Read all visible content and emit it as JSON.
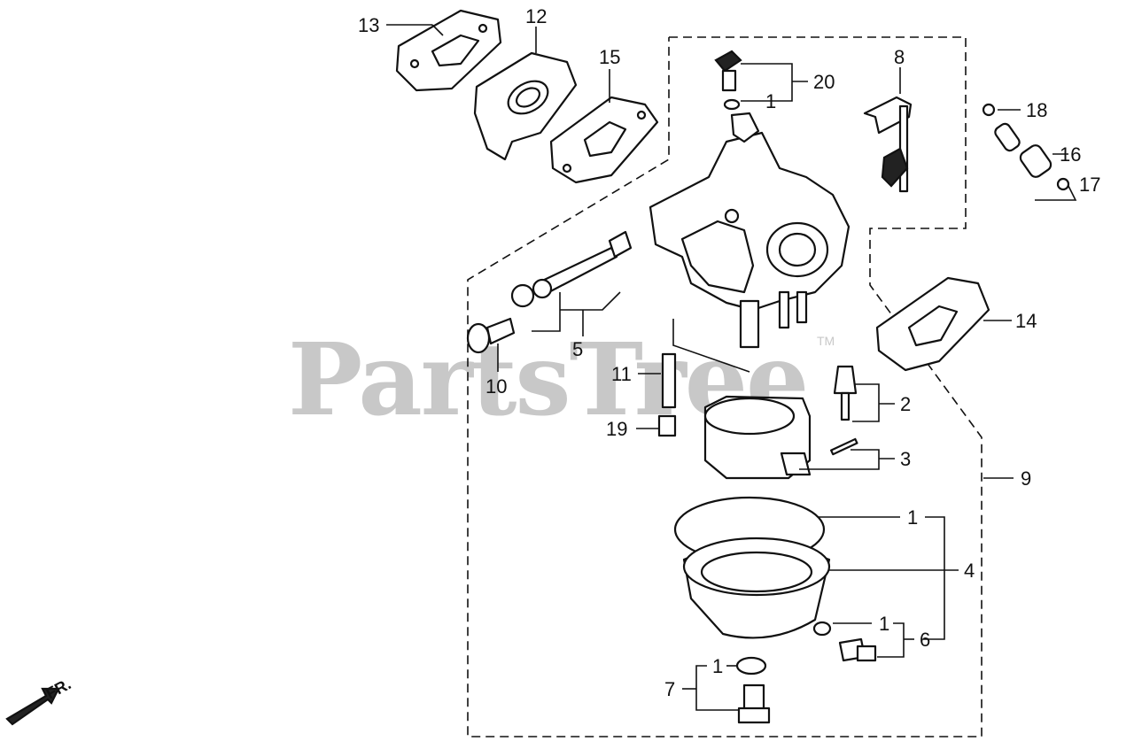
{
  "watermark": {
    "text": "PartsTree",
    "trademark": "TM"
  },
  "orientation": {
    "label": "FR."
  },
  "callouts": {
    "c1a": "1",
    "c1b": "1",
    "c1c": "1",
    "c1d": "1",
    "c2": "2",
    "c3": "3",
    "c4": "4",
    "c5": "5",
    "c6": "6",
    "c7": "7",
    "c8": "8",
    "c9": "9",
    "c10": "10",
    "c11": "11",
    "c12": "12",
    "c13": "13",
    "c14": "14",
    "c15": "15",
    "c16": "16",
    "c17": "17",
    "c18": "18",
    "c19": "19",
    "c20": "20"
  }
}
